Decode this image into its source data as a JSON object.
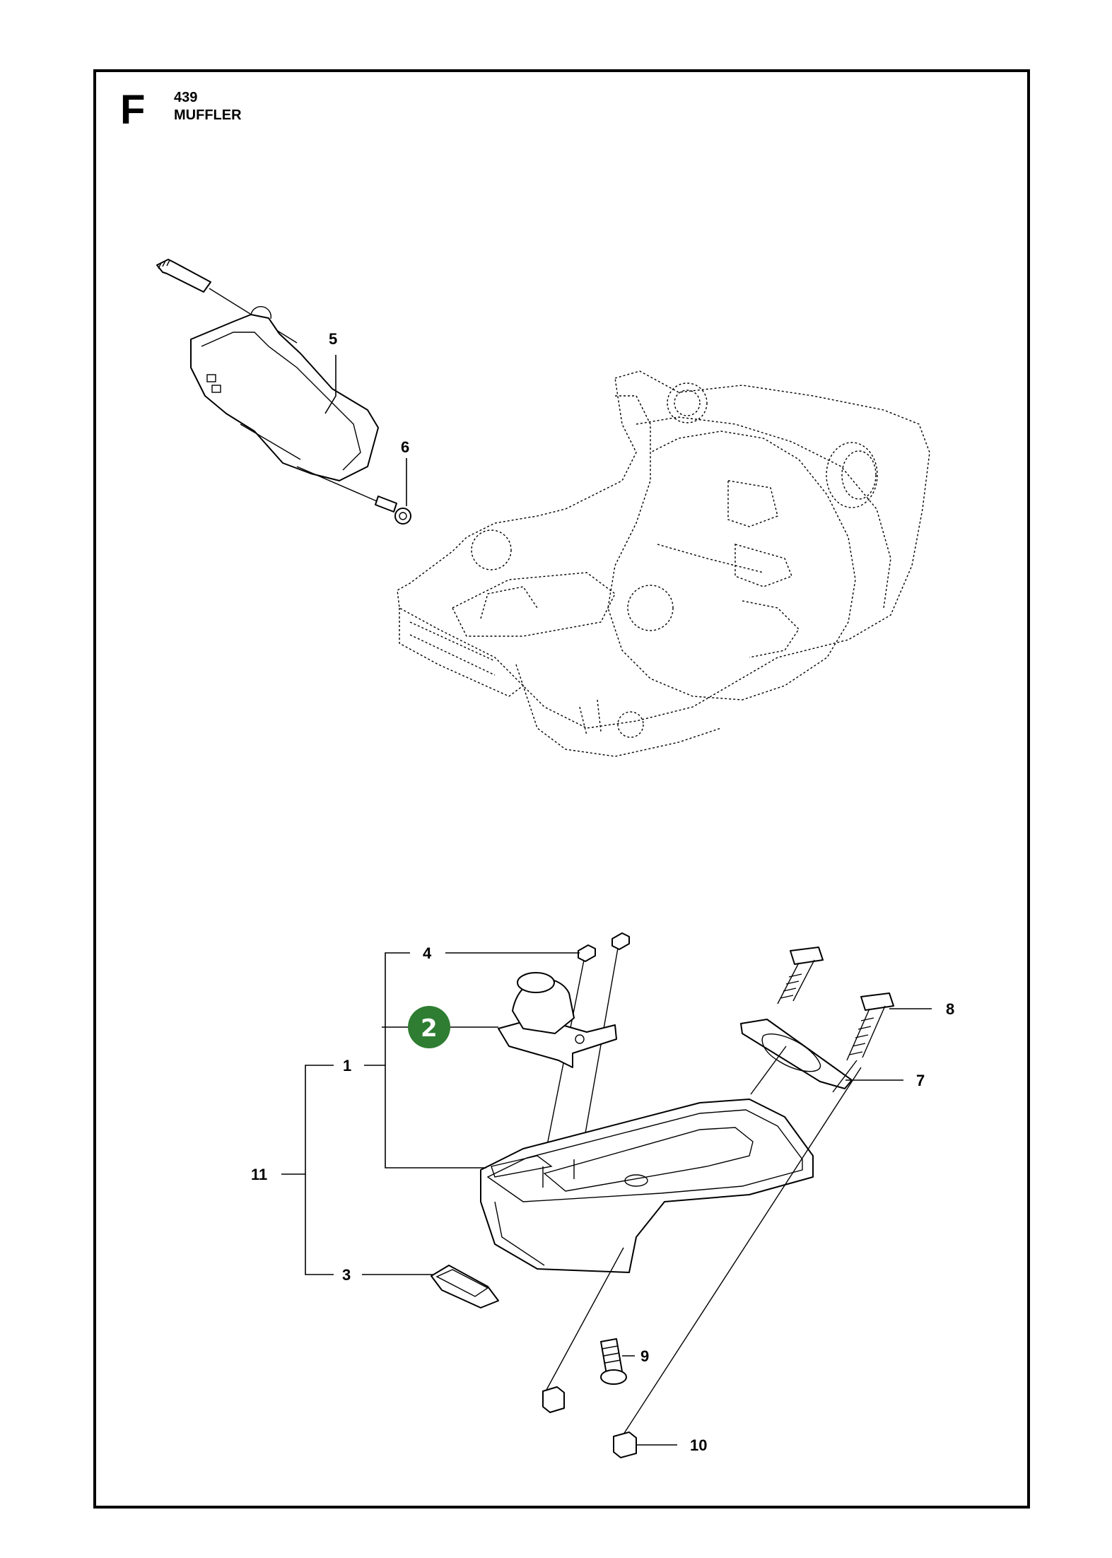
{
  "header": {
    "section_letter": "F",
    "model": "439",
    "title": "MUFFLER"
  },
  "callouts": {
    "p1": "1",
    "p2": "2",
    "p3": "3",
    "p4": "4",
    "p5": "5",
    "p6": "6",
    "p7": "7",
    "p8": "8",
    "p9": "9",
    "p10": "10",
    "p11": "11"
  },
  "colors": {
    "highlight": "#2e7d32",
    "line": "#000000"
  }
}
